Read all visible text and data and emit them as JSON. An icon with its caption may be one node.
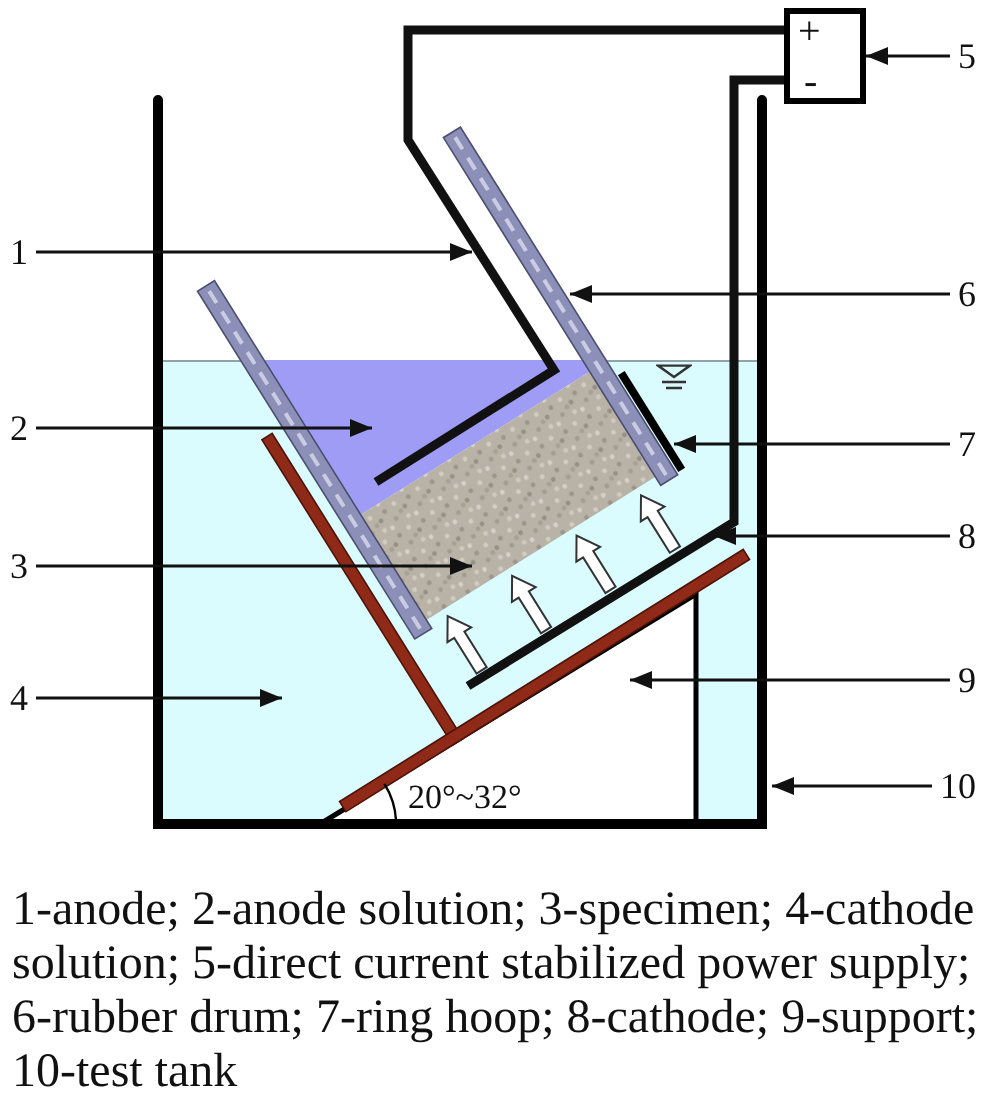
{
  "diagram": {
    "caption": "1-anode; 2-anode solution; 3-specimen; 4-cathode solution; 5-direct current stabilized power supply; 6-rubber drum; 7-ring hoop; 8-cathode; 9-support; 10-test tank",
    "nodes": [
      {
        "text": [
          "+",
          "-"
        ]
      },
      {
        "text": [
          "5"
        ]
      },
      {
        "text": [
          "1"
        ]
      },
      {
        "text": [
          "6"
        ]
      },
      {
        "text": [
          "2"
        ]
      },
      {
        "text": [
          "7"
        ]
      },
      {
        "text": [
          "8"
        ]
      },
      {
        "text": [
          "3"
        ]
      },
      {
        "text": [
          "9"
        ]
      },
      {
        "text": [
          "4"
        ]
      },
      {
        "text": [
          "10"
        ]
      }
    ],
    "edges": [
      {
        "from": 1,
        "to": 0,
        "arrow": "to"
      },
      {
        "from": 2,
        "to": null,
        "arrow": "to"
      },
      {
        "from": 3,
        "to": null,
        "arrow": "to"
      },
      {
        "from": 4,
        "to": null,
        "arrow": "to"
      },
      {
        "from": 5,
        "to": null,
        "arrow": "to"
      },
      {
        "from": 6,
        "to": null,
        "arrow": "to"
      },
      {
        "from": 7,
        "to": null,
        "arrow": "to"
      },
      {
        "from": 8,
        "to": null,
        "arrow": "to"
      },
      {
        "from": 9,
        "to": null,
        "arrow": "to"
      },
      {
        "from": 10,
        "to": null,
        "arrow": "to"
      },
      {
        "from": 0,
        "to": null,
        "arrow": "none",
        "style": "thick"
      },
      {
        "from": 0,
        "to": null,
        "arrow": "none",
        "style": "thick"
      }
    ],
    "labels": [
      "20°~32°"
    ]
  }
}
